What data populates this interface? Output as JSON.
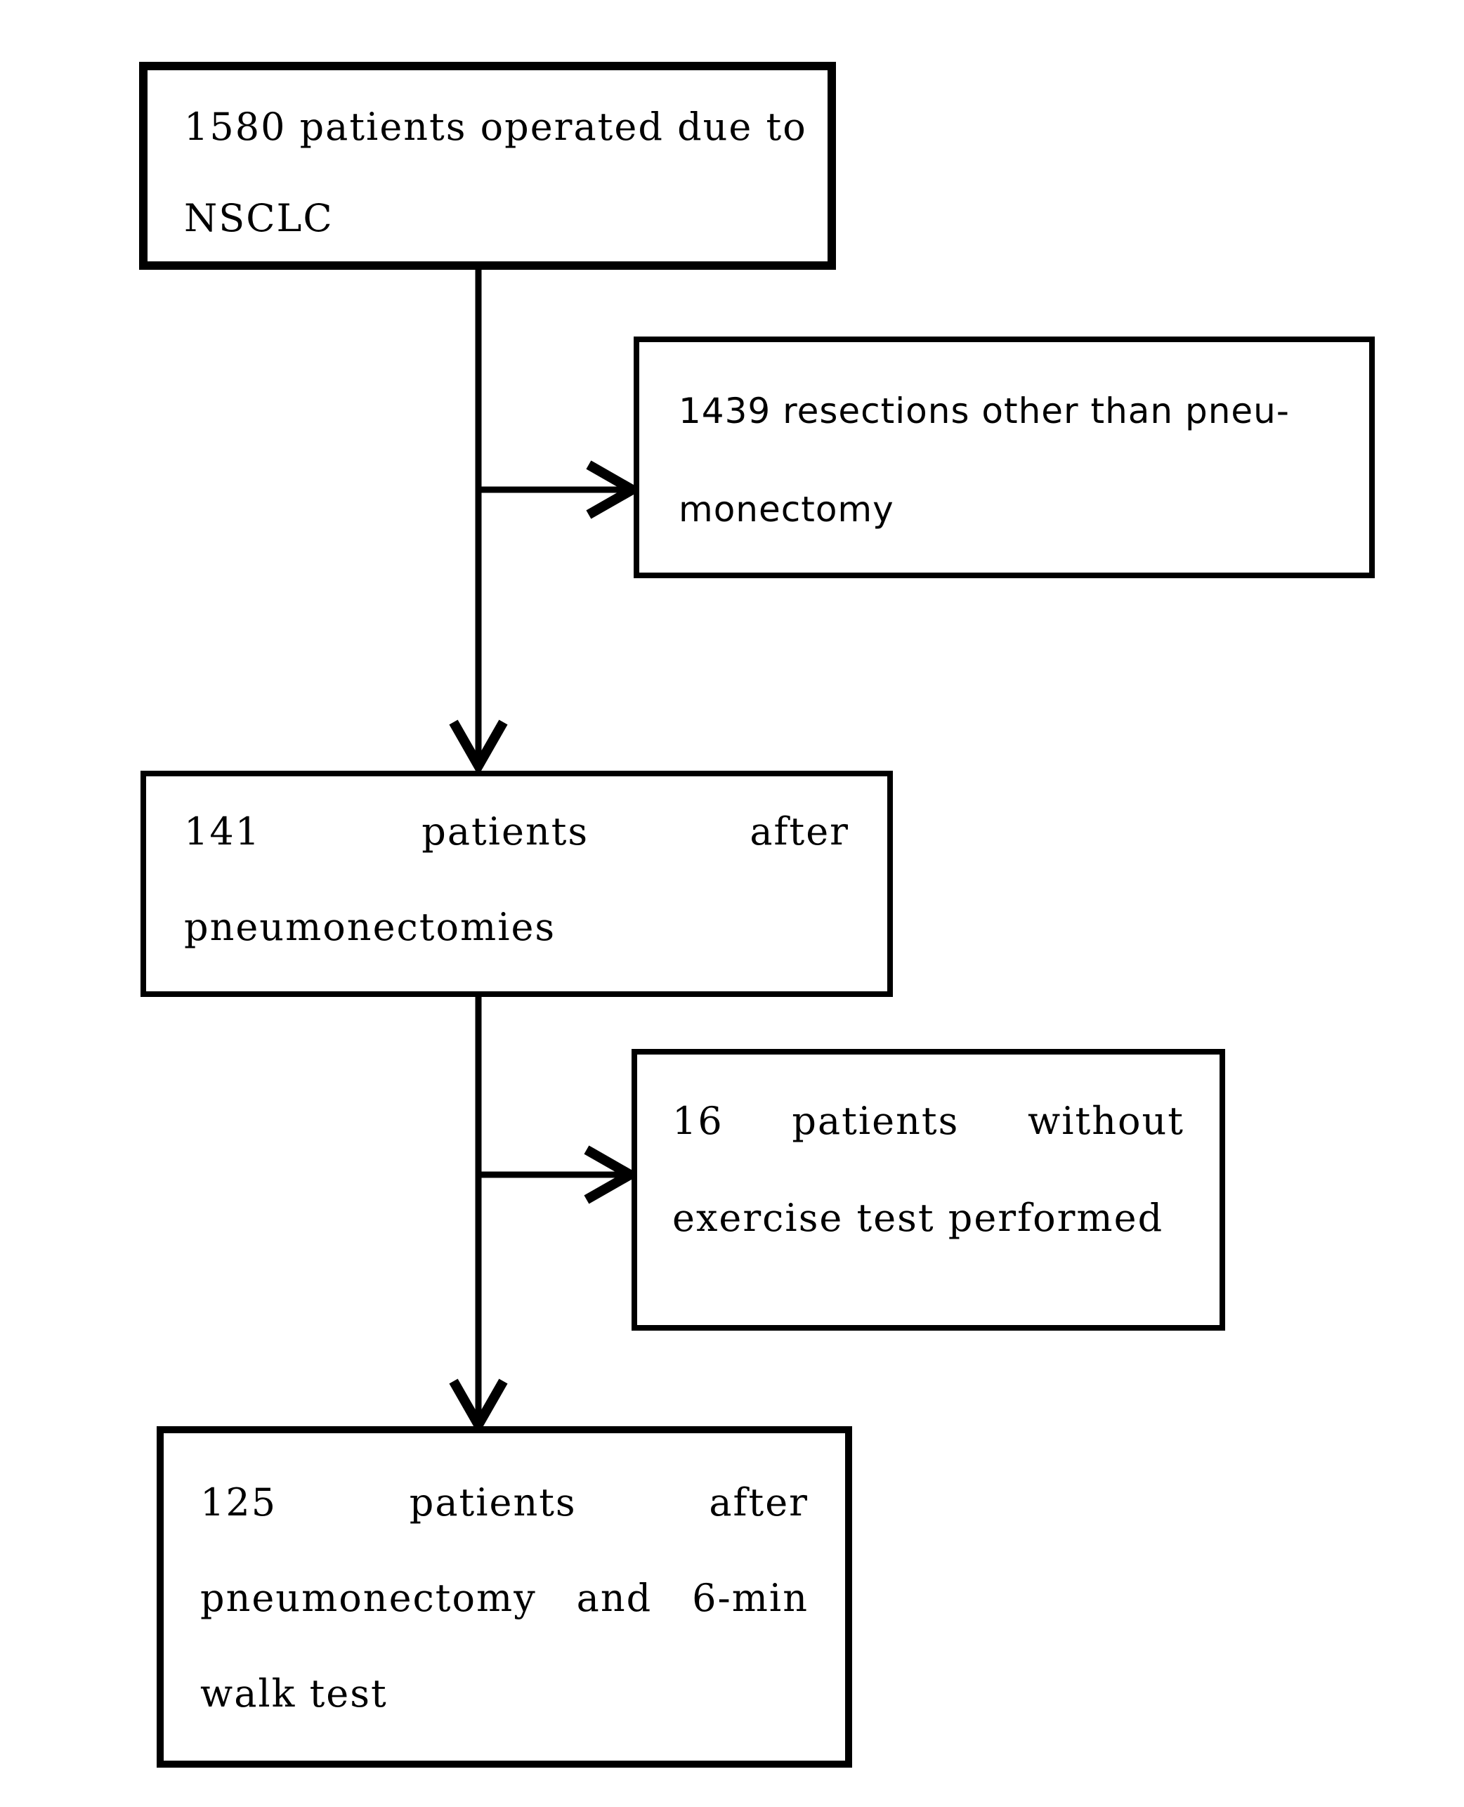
{
  "figure": {
    "type": "patient-flow-diagram",
    "colors": {
      "ink": "#000000",
      "background": "#ffffff"
    },
    "boxes": {
      "operated": {
        "line1": "1580 patients operated due to",
        "line2": "NSCLC"
      },
      "other_resections": {
        "line1": "1439 resections other than pneu-",
        "line2": "monectomy"
      },
      "pneumonectomies": {
        "line1_words": [
          "141",
          "patients",
          "after"
        ],
        "line2": "pneumonectomies"
      },
      "without_exercise": {
        "line1_words": [
          "16",
          "patients",
          "without"
        ],
        "line2": "exercise test performed"
      },
      "walk_test": {
        "line1_words": [
          "125",
          "patients",
          "after"
        ],
        "line2_words": [
          "pneumonectomy",
          "and",
          "6-min"
        ],
        "line3": "walk test"
      }
    }
  }
}
